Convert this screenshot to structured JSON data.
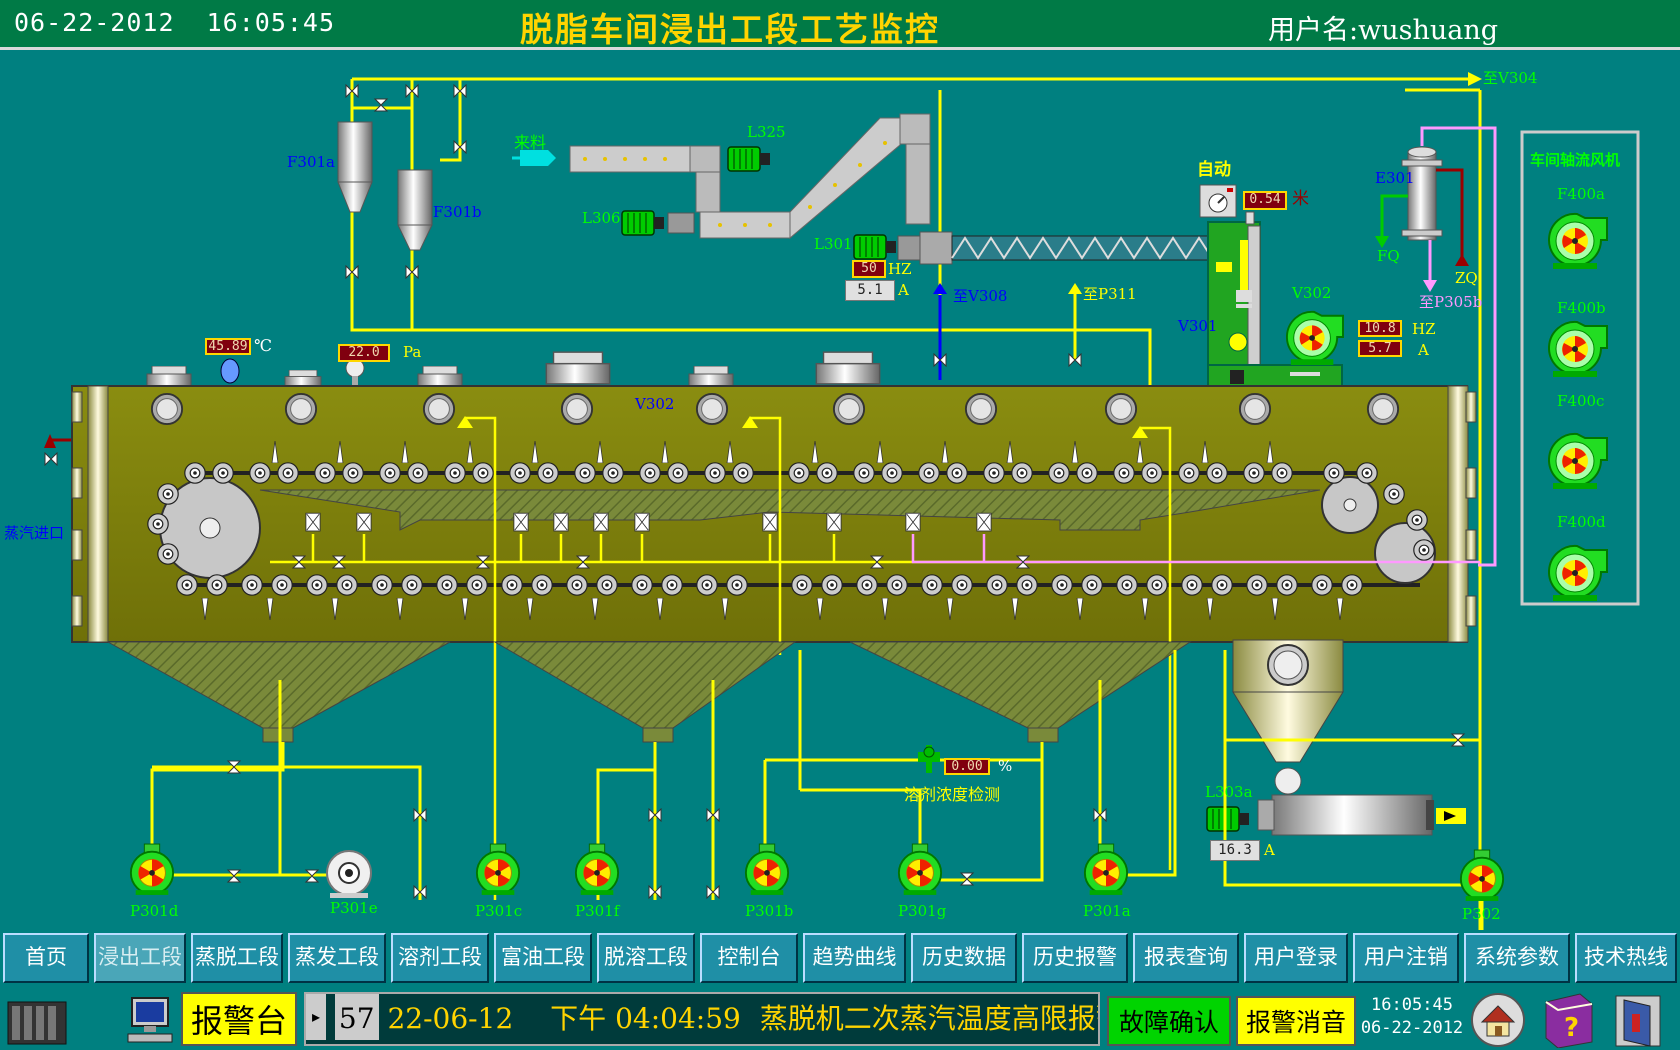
{
  "header": {
    "date": "06-22-2012",
    "time": "16:05:45",
    "title": "脱脂车间浸出工段工艺监控",
    "user_label": "用户名:",
    "user": "wushuang"
  },
  "labels": {
    "to_v304": "至V304",
    "f301a": "F301a",
    "f301b": "F301b",
    "feed": "来料",
    "l325": "L325",
    "l306": "L306",
    "l301": "L301",
    "auto": "自动",
    "unit_m": "米",
    "e301": "E301",
    "fq": "FQ",
    "zq": "ZQ",
    "to_p305b": "至P305b",
    "fan_title": "车间轴流风机",
    "f400a": "F400a",
    "f400b": "F400b",
    "f400c": "F400c",
    "f400d": "F400d",
    "hz": "HZ",
    "amp": "A",
    "to_v308": "至V308",
    "to_p311": "至P311",
    "v302": "V302",
    "v301": "V301",
    "v302_vessel": "V302",
    "celsius": "℃",
    "pa": "Pa",
    "steam_inlet": "蒸汽进口",
    "solvent_detect": "溶剂浓度检测",
    "percent": "%",
    "l303a": "L303a",
    "p301d": "P301d",
    "p301e": "P301e",
    "p301c": "P301c",
    "p301f": "P301f",
    "p301b": "P301b",
    "p301g": "P301g",
    "p301a": "P301a",
    "p302": "P302"
  },
  "readings": {
    "level": "0.54",
    "l301_hz": "50",
    "l301_a": "5.1",
    "v302_hz": "10.8",
    "v302_a": "5.7",
    "temp": "45.89",
    "pressure": "22.0",
    "solvent": "0.00",
    "l303a_a": "16.3"
  },
  "nav": [
    "首页",
    "浸出工段",
    "蒸脱工段",
    "蒸发工段",
    "溶剂工段",
    "富油工段",
    "脱溶工段",
    "控制台",
    "趋势曲线",
    "历史数据",
    "历史报警",
    "报表查询",
    "用户登录",
    "用户注销",
    "系统参数",
    "技术热线"
  ],
  "nav_active": "浸出工段",
  "status": {
    "alarm_label": "报警台",
    "alarm_count": "57",
    "alarm_date": "22-06-12",
    "alarm_ampm": "下午",
    "alarm_time": "04:04:59",
    "alarm_msg": "蒸脱机二次蒸汽温度高限报警",
    "ack": "故障确认",
    "silence": "报警消音",
    "time": "16:05:45",
    "date": "06-22-2012"
  }
}
